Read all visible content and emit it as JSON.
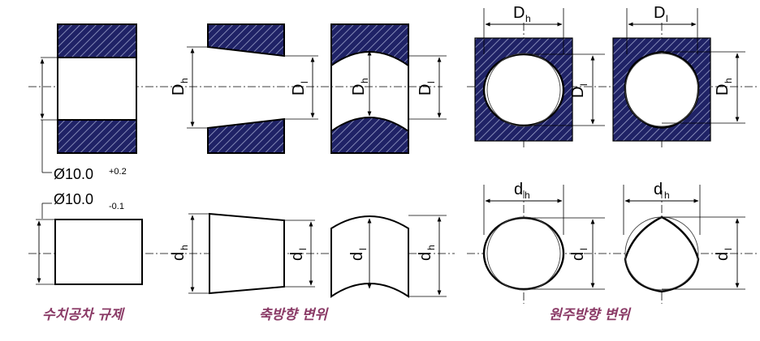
{
  "tolerance": {
    "upper_value": "Ø10.0",
    "upper_tol": "+0.2",
    "lower_value": "Ø10.0",
    "lower_tol": "-0.1"
  },
  "symbols": {
    "D_h": "D",
    "D_l": "D",
    "d_h": "d",
    "d_l": "d",
    "sub_h": "h",
    "sub_l": "l"
  },
  "captions": {
    "tolerance_caption": "수치공차 규제",
    "axial_caption": "축방향 변위",
    "circumferential_caption": "원주방향 변위"
  },
  "colors": {
    "hatch_fill": "#1f2266",
    "hatch_line": "#9aa0c8",
    "caption": "#8a3a66"
  }
}
